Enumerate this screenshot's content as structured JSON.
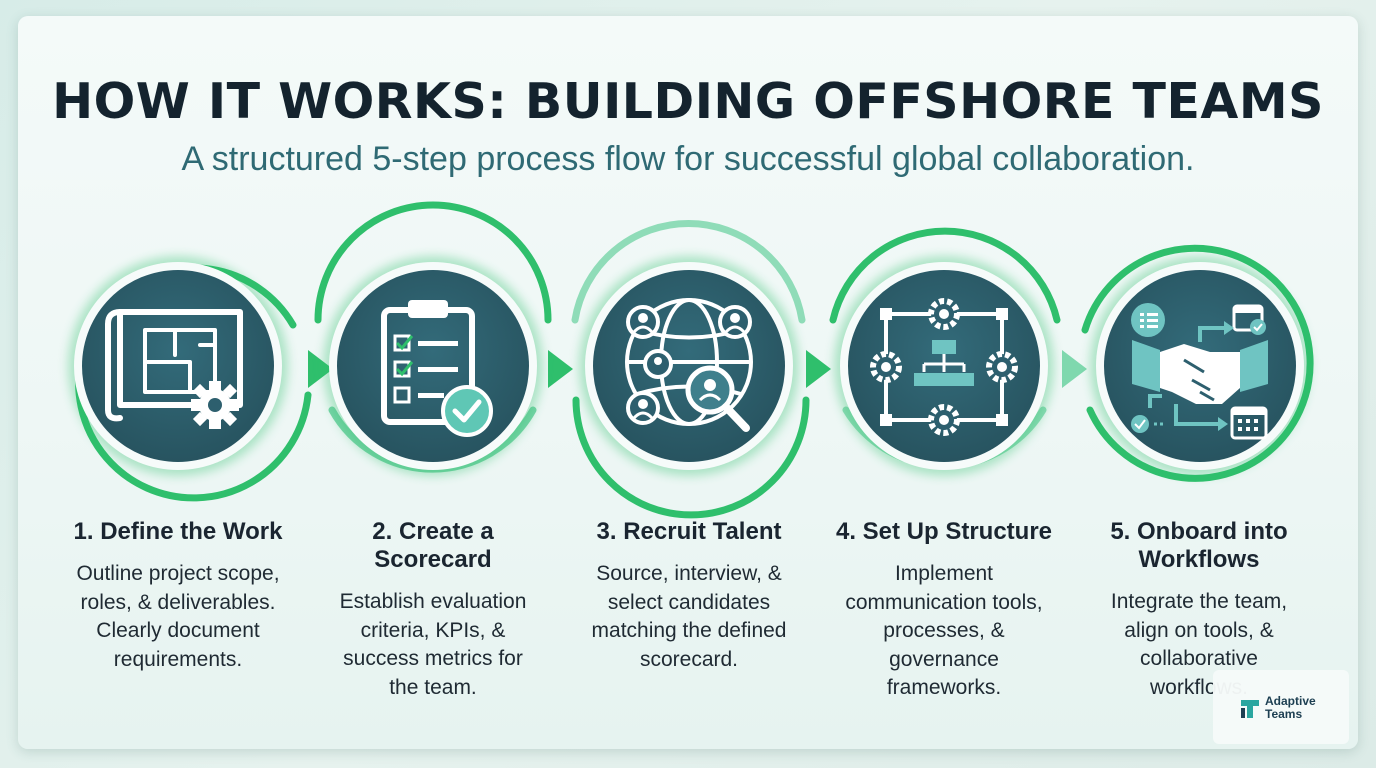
{
  "title": "HOW IT WORKS: BUILDING OFFSHORE TEAMS",
  "subtitle": "A structured 5-step process flow for successful global collaboration.",
  "steps": [
    {
      "title_lines": [
        "1. Define the Work"
      ],
      "desc_lines": [
        "Outline project scope,",
        "roles, & deliverables.",
        "Clearly document",
        "requirements."
      ],
      "icon": "blueprint-gear-icon"
    },
    {
      "title_lines": [
        "2. Create a",
        "Scorecard"
      ],
      "desc_lines": [
        "Establish evaluation",
        "criteria, KPIs, &",
        "success metrics for",
        "the team."
      ],
      "icon": "clipboard-check-icon"
    },
    {
      "title_lines": [
        "3. Recruit Talent"
      ],
      "desc_lines": [
        "Source, interview, &",
        "select candidates",
        "matching the defined",
        "scorecard."
      ],
      "icon": "globe-network-search-icon"
    },
    {
      "title_lines": [
        "4. Set Up Structure"
      ],
      "desc_lines": [
        "Implement",
        "communication tools,",
        "processes, &",
        "governance",
        "frameworks."
      ],
      "icon": "org-structure-gears-icon"
    },
    {
      "title_lines": [
        "5. Onboard into",
        "Workflows"
      ],
      "desc_lines": [
        "Integrate the team,",
        "align on tools, &",
        "collaborative",
        "workflows."
      ],
      "icon": "handshake-workflow-icon"
    }
  ],
  "logo": {
    "line1": "Adaptive",
    "line2": "Teams"
  },
  "colors": {
    "accent_green": "#2fbf6c",
    "light_green": "#7fd8ae",
    "icon_bg": "#2d5f6e",
    "title": "#14232e",
    "subtitle": "#2f6a74"
  }
}
